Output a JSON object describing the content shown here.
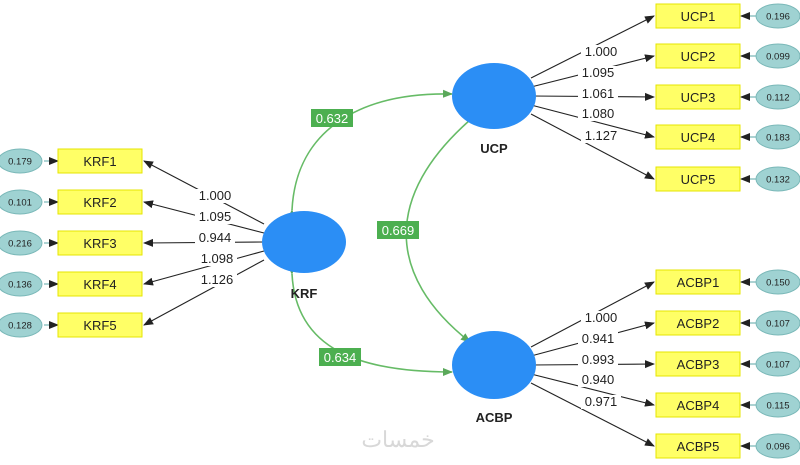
{
  "latent_variables": [
    {
      "id": "KRF",
      "label": "KRF"
    },
    {
      "id": "UCP",
      "label": "UCP"
    },
    {
      "id": "ACBP",
      "label": "ACBP"
    }
  ],
  "indicators": {
    "KRF": [
      {
        "label": "KRF1",
        "loading": "1.000",
        "error": "0.179"
      },
      {
        "label": "KRF2",
        "loading": "1.095",
        "error": "0.101"
      },
      {
        "label": "KRF3",
        "loading": "0.944",
        "error": "0.216"
      },
      {
        "label": "KRF4",
        "loading": "1.098",
        "error": "0.136"
      },
      {
        "label": "KRF5",
        "loading": "1.126",
        "error": "0.128"
      }
    ],
    "UCP": [
      {
        "label": "UCP1",
        "loading": "1.000",
        "error": "0.196"
      },
      {
        "label": "UCP2",
        "loading": "1.095",
        "error": "0.099"
      },
      {
        "label": "UCP3",
        "loading": "1.061",
        "error": "0.112"
      },
      {
        "label": "UCP4",
        "loading": "1.080",
        "error": "0.183"
      },
      {
        "label": "UCP5",
        "loading": "1.127",
        "error": "0.132"
      }
    ],
    "ACBP": [
      {
        "label": "ACBP1",
        "loading": "1.000",
        "error": "0.150"
      },
      {
        "label": "ACBP2",
        "loading": "0.941",
        "error": "0.107"
      },
      {
        "label": "ACBP3",
        "loading": "0.993",
        "error": "0.107"
      },
      {
        "label": "ACBP4",
        "loading": "0.940",
        "error": "0.115"
      },
      {
        "label": "ACBP5",
        "loading": "0.971",
        "error": "0.096"
      }
    ]
  },
  "covariances": [
    {
      "from": "KRF",
      "to": "UCP",
      "value": "0.632"
    },
    {
      "from": "UCP",
      "to": "ACBP",
      "value": "0.669"
    },
    {
      "from": "KRF",
      "to": "ACBP",
      "value": "0.634"
    }
  ],
  "watermark": "خمسات",
  "colors": {
    "latent_fill": "#2b8ef5",
    "indicator_fill": "#ffff66",
    "indicator_stroke": "#e6e600",
    "error_fill": "#9fd2d2",
    "error_stroke": "#7ab8b8",
    "covariance_line": "#66bb66",
    "covariance_label_bg": "#4caf50",
    "arrow": "#222222",
    "text": "#222222"
  }
}
